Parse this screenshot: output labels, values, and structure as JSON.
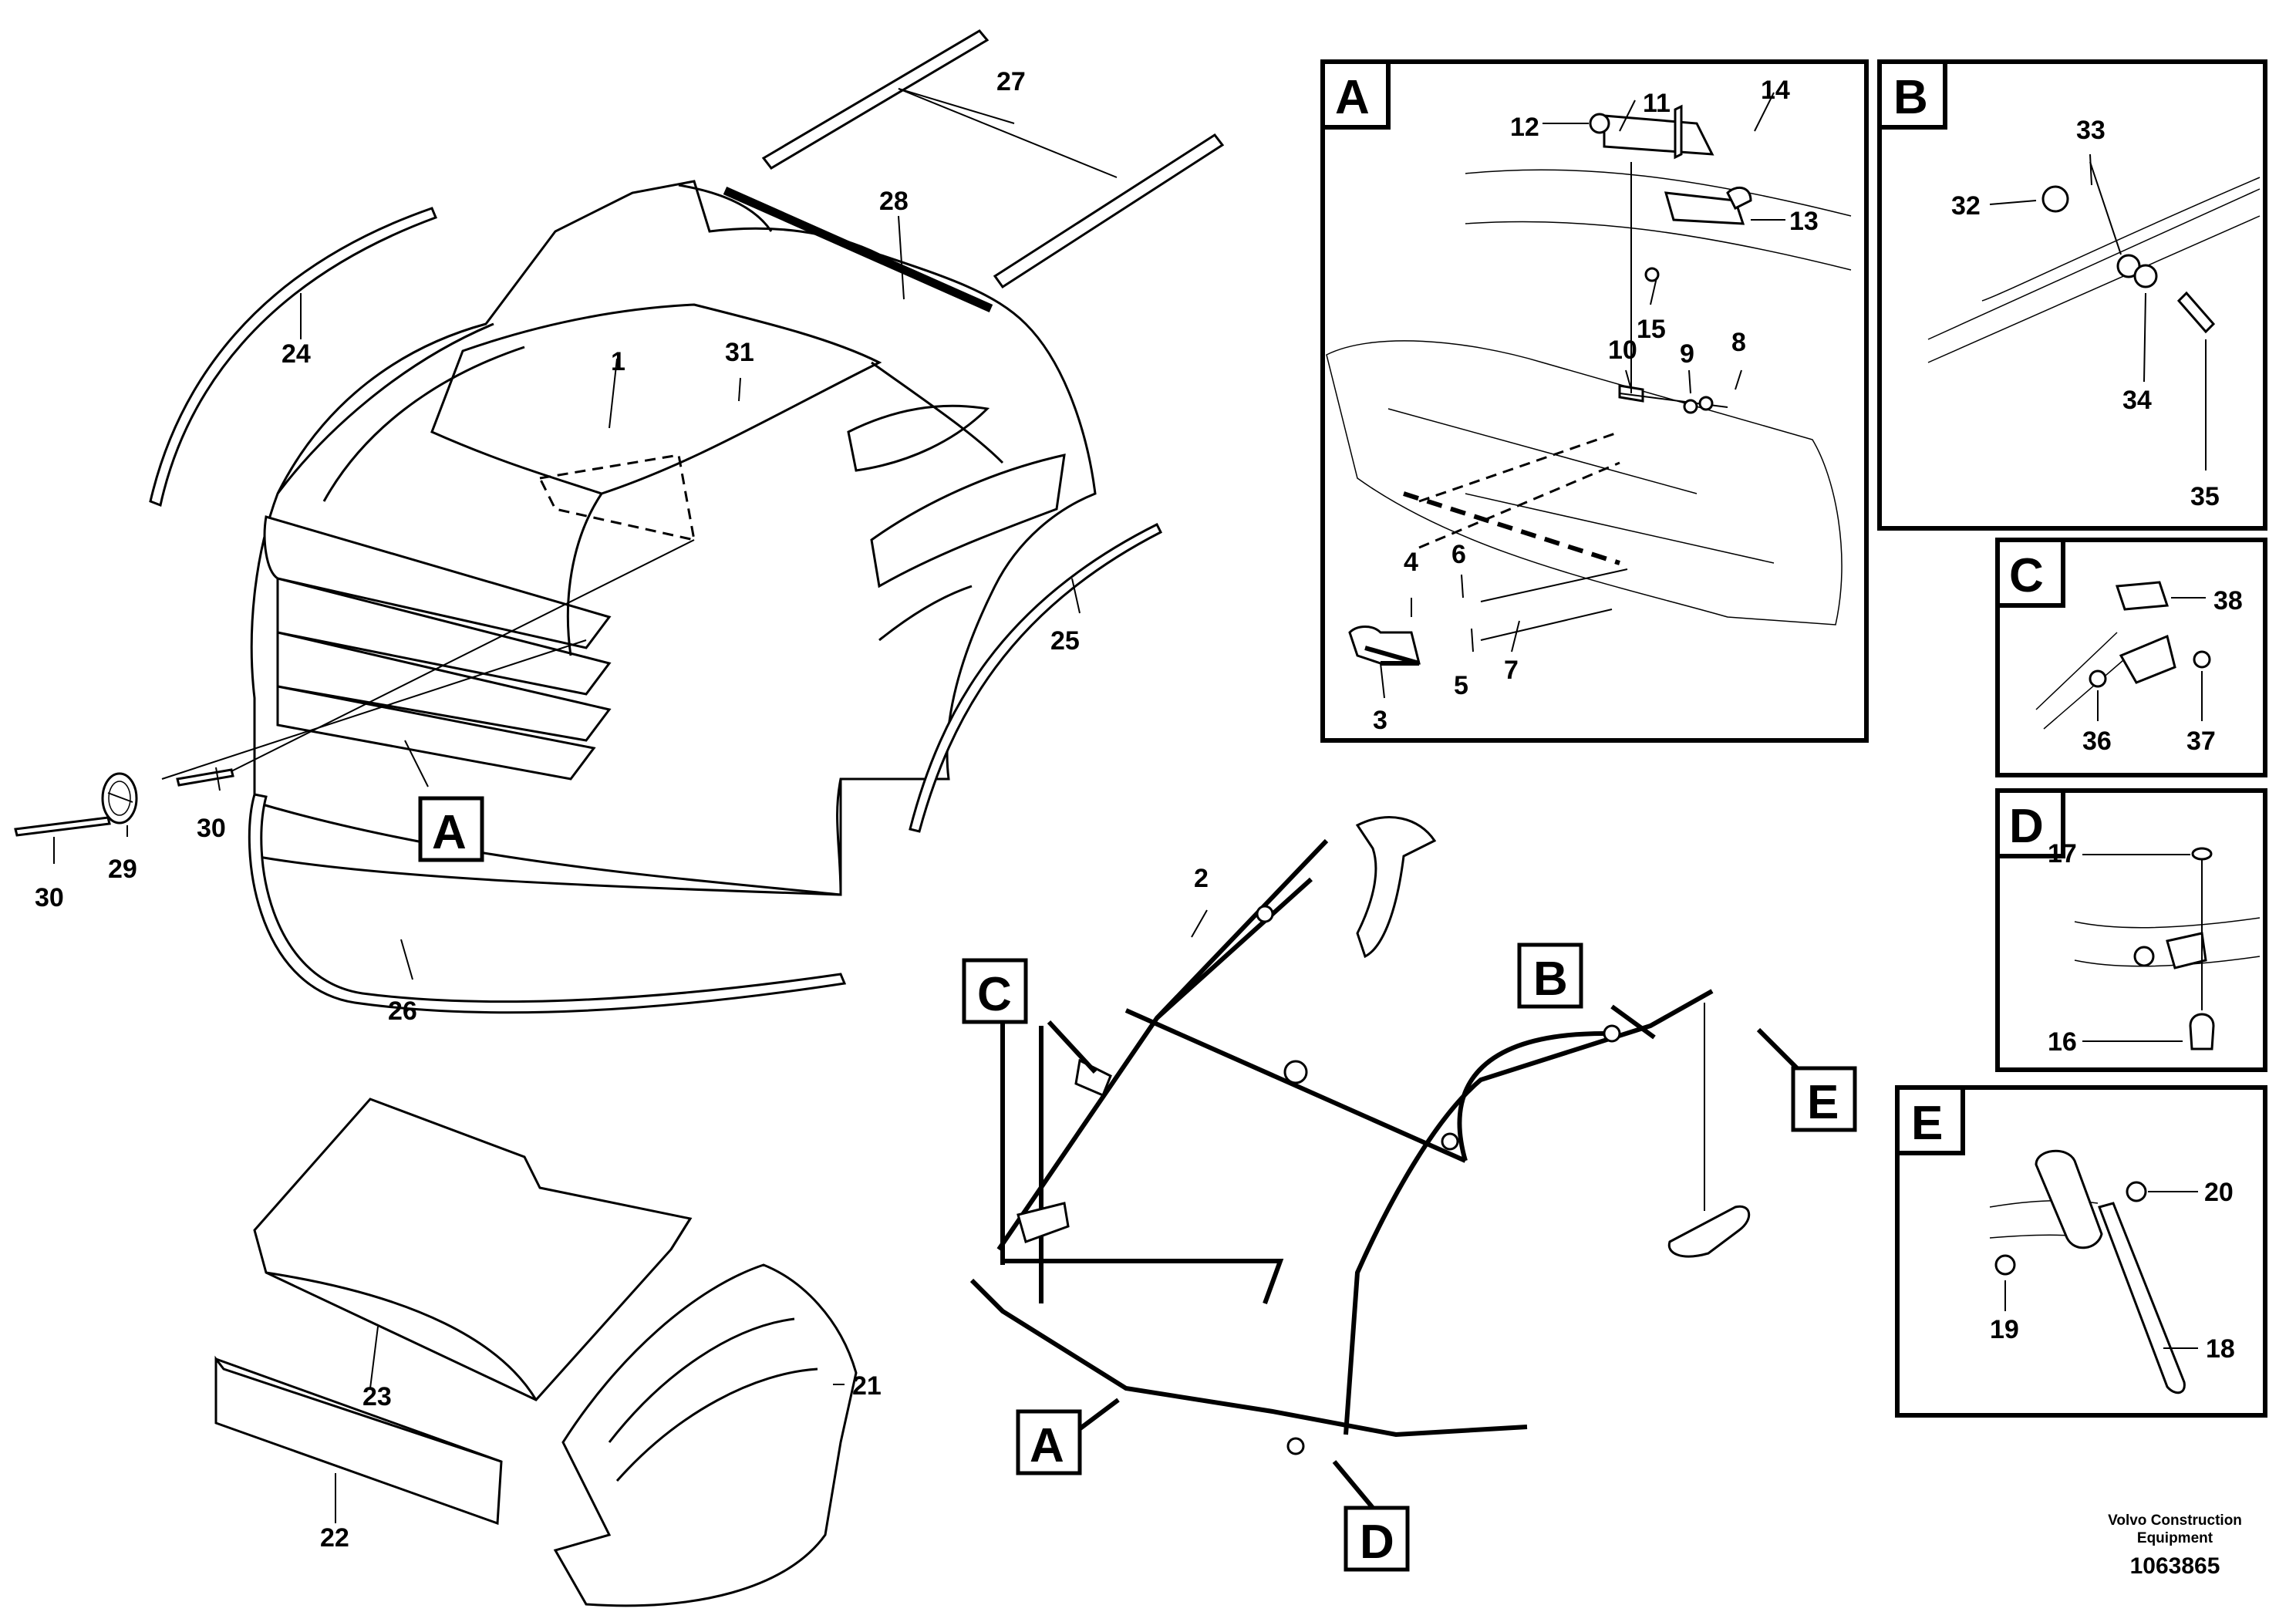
{
  "diagram": {
    "part_numbers": [
      "1",
      "2",
      "3",
      "4",
      "5",
      "6",
      "7",
      "8",
      "9",
      "10",
      "11",
      "12",
      "13",
      "14",
      "15",
      "16",
      "17",
      "18",
      "19",
      "20",
      "21",
      "22",
      "23",
      "24",
      "25",
      "26",
      "27",
      "28",
      "29",
      "30",
      "31",
      "32",
      "33",
      "34",
      "35",
      "36",
      "37",
      "38"
    ],
    "callout_letters": [
      "A",
      "B",
      "C",
      "D",
      "E"
    ],
    "detail_panels": [
      "A",
      "B",
      "C",
      "D",
      "E"
    ],
    "label_30": "30"
  },
  "credit": {
    "line1": "Volvo Construction",
    "line2": "Equipment",
    "number": "1063865"
  }
}
